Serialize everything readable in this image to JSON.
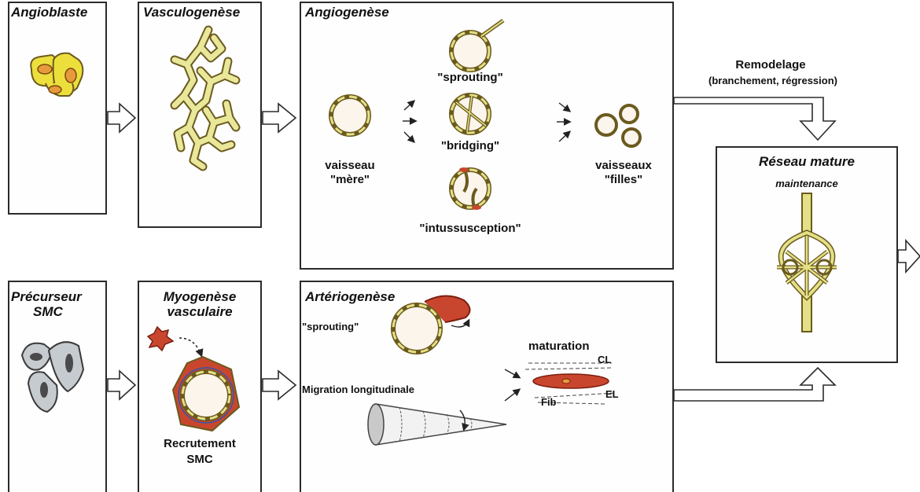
{
  "top": {
    "angioblaste": "Angioblaste",
    "vasculogenese": "Vasculogenèse",
    "angiogenese": "Angiogenèse",
    "sprouting": "\"sprouting\"",
    "bridging": "\"bridging\"",
    "intussusception": "\"intussusception\"",
    "vaisseau_mere_1": "vaisseau",
    "vaisseau_mere_2": "\"mère\"",
    "vaisseaux_filles_1": "vaisseaux",
    "vaisseaux_filles_2": "\"filles\""
  },
  "remodelage": {
    "title": "Remodelage",
    "subtitle": "(branchement, régression)"
  },
  "mature": {
    "title": "Réseau mature",
    "subtitle": "maintenance"
  },
  "bottom": {
    "precurseur_1": "Précurseur",
    "precurseur_2": "SMC",
    "myogenese_1": "Myogenèse",
    "myogenese_2": "vasculaire",
    "recrutement_1": "Recrutement",
    "recrutement_2": "SMC",
    "arteriogenese": "Artériogenèse",
    "sprouting": "\"sprouting\"",
    "migration": "Migration longitudinale",
    "maturation": "maturation",
    "cl": "CL",
    "el": "EL",
    "fib": "Fib"
  },
  "colors": {
    "endothelium": "#e4e086",
    "outline": "#6b5a1e",
    "lumen": "#fbf5ec",
    "smc_red": "#c9462e",
    "cell_yellow": "#ecdf3c",
    "nucleus_orange": "#e79a3c",
    "cell_grey": "#c6cbd0"
  }
}
